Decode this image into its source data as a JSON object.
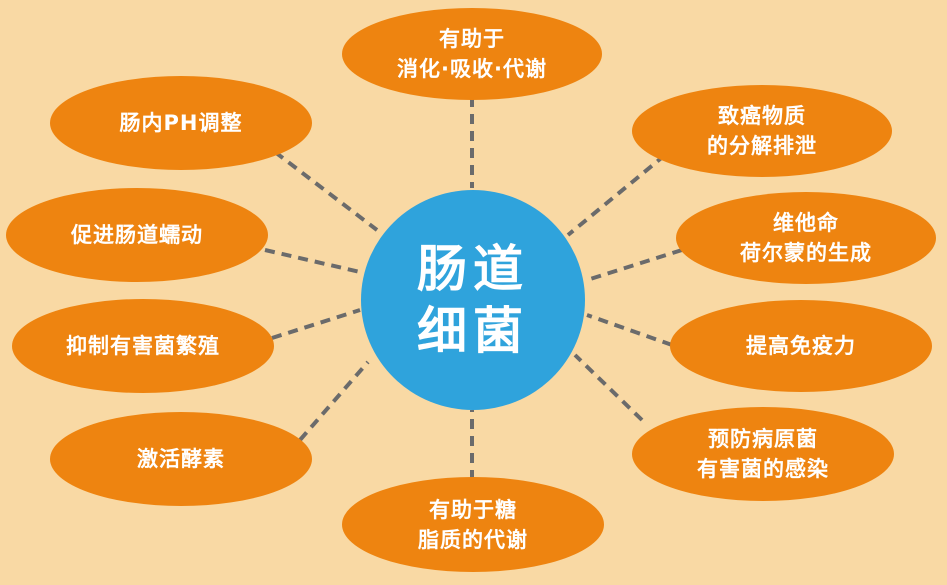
{
  "diagram": {
    "colors": {
      "background": "#f9d9a4",
      "center_fill": "#2fa3dc",
      "outer_fill": "#ee8410",
      "connector": "#6b6b6b",
      "text": "#ffffff"
    },
    "center": {
      "lines": [
        "肠道",
        "细菌"
      ]
    },
    "nodes": [
      {
        "id": "digestion",
        "lines": [
          "有助于",
          "消化·吸收·代谢"
        ]
      },
      {
        "id": "carcinogen",
        "lines": [
          "致癌物质",
          "的分解排泄"
        ]
      },
      {
        "id": "vitamin",
        "lines": [
          "维他命",
          "荷尔蒙的生成"
        ]
      },
      {
        "id": "immunity",
        "lines": [
          "提高免疫力"
        ]
      },
      {
        "id": "infection",
        "lines": [
          "预防病原菌",
          "有害菌的感染"
        ]
      },
      {
        "id": "sugar-fat",
        "lines": [
          "有助于糖",
          "脂质的代谢"
        ]
      },
      {
        "id": "enzyme",
        "lines": [
          "激活酵素"
        ]
      },
      {
        "id": "harmful",
        "lines": [
          "抑制有害菌繁殖"
        ]
      },
      {
        "id": "peristalsis",
        "lines": [
          "促进肠道蠕动"
        ]
      },
      {
        "id": "ph",
        "lines": [
          "肠内PH调整"
        ]
      }
    ]
  }
}
